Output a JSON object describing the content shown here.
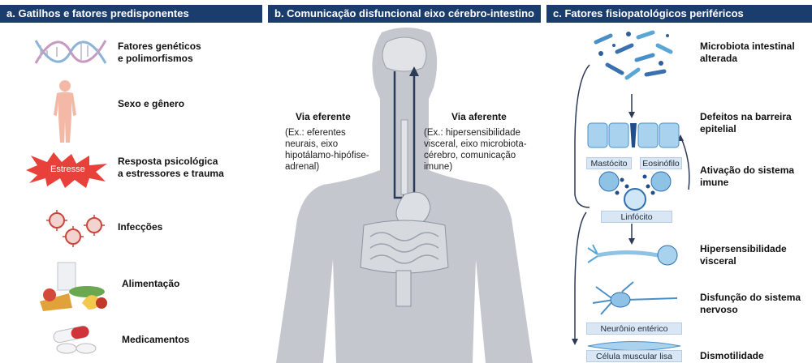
{
  "panels": {
    "a": {
      "title": "a.  Gatilhos e fatores predisponentes",
      "items": [
        "Fatores genéticos\ne polimorfismos",
        "Sexo e gênero",
        "Resposta psicológica\na estressores e trauma",
        "Infecções",
        "Alimentação",
        "Medicamentos"
      ],
      "stress_label": "Estresse"
    },
    "b": {
      "title": "b.  Comunicação disfuncional eixo cérebro-intestino",
      "efferent_title": "Via eferente",
      "efferent_desc": "(Ex.: eferentes\nneurais, eixo\nhipotálamo-hipófise-\nadrenal)",
      "afferent_title": "Via aferente",
      "afferent_desc": "(Ex.: hipersensibilidade\nvisceral, eixo microbiota-\ncérebro, comunicação\nimune)"
    },
    "c": {
      "title": "c.  Fatores fisiopatológicos periféricos",
      "labels": [
        "Microbiota intestinal\nalterada",
        "Defeitos na barreira\nepitelial",
        "Ativação do sistema\nimune",
        "Hipersensibilidade\nvisceral",
        "Disfunção do sistema\nnervoso",
        "Dismotilidade"
      ],
      "cell_tags": {
        "mastocito": "Mastócito",
        "eosinofilo": "Eosinófilo",
        "linfocito": "Linfócito",
        "neuronio": "Neurônio entérico",
        "celula": "Célula muscular lisa"
      }
    }
  },
  "colors": {
    "header_bg": "#1a3d6e",
    "body_silhouette": "#c4c8ce",
    "stress_red": "#e8413c",
    "cell_blue": "#4a90c8"
  }
}
